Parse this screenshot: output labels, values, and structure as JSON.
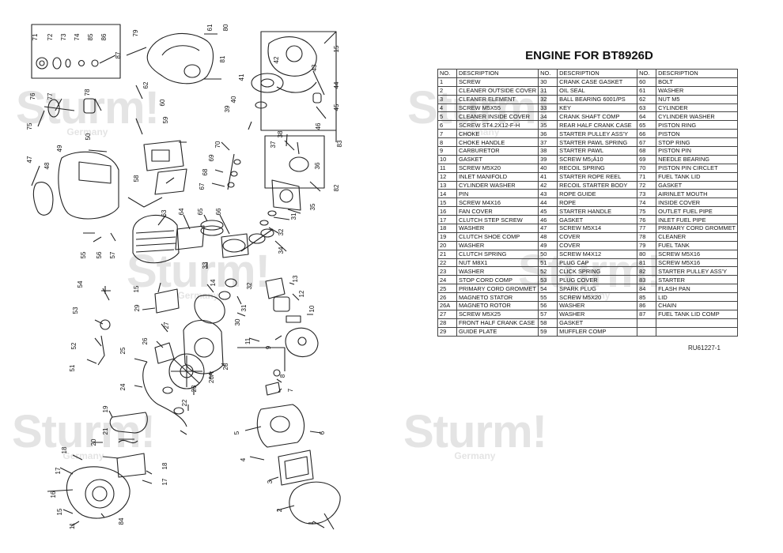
{
  "title": "ENGINE FOR BT8926D",
  "doc_code": "RU61227-1",
  "watermark": {
    "brand": "Sturm!",
    "sub": "Germany"
  },
  "table": {
    "header": [
      "NO.",
      "DESCRIPTION",
      "NO.",
      "DESCRIPTION",
      "NO.",
      "DESCRIPTION"
    ],
    "rows": [
      [
        "1",
        "SCREW",
        "30",
        "CRANK CASE GASKET",
        "60",
        "BOLT"
      ],
      [
        "2",
        "CLEANER OUTSIDE COVER",
        "31",
        "OIL SEAL",
        "61",
        "WASHER"
      ],
      [
        "3",
        "CLEANER ELEMENT",
        "32",
        "BALL BEARING 6001/PS",
        "62",
        "NUT M5"
      ],
      [
        "4",
        "SCREW M5X55",
        "33",
        "KEY",
        "63",
        "CYLINDER"
      ],
      [
        "5",
        "CLEANER INSIDE COVER",
        "34",
        "CRANK SHAFT COMP",
        "64",
        "CYLINDER WASHER"
      ],
      [
        "6",
        "SCREW ST4.2X12-F-H",
        "35",
        "REAR HALF CRANK CASE",
        "65",
        "PISTON RING"
      ],
      [
        "7",
        "CHOKE",
        "36",
        "STARTER PULLEY ASS'Y",
        "66",
        "PISTON"
      ],
      [
        "8",
        "CHOKE HANDLE",
        "37",
        "STARTER PAWL SPRING",
        "67",
        "STOP RING"
      ],
      [
        "9",
        "CARBURETOR",
        "38",
        "STARTER PAWL",
        "68",
        "PISTON PIN"
      ],
      [
        "10",
        "GASKET",
        "39",
        "SCREW M5¡Á10",
        "69",
        "NEEDLE BEARING"
      ],
      [
        "11",
        "SCREW M5X20",
        "40",
        "RECOIL SPRING",
        "70",
        "PISTON PIN CIRCLET"
      ],
      [
        "12",
        "INLET MANIFOLD",
        "41",
        "STARTER ROPE REEL",
        "71",
        "FUEL TANK LID"
      ],
      [
        "13",
        "CYLINDER WASHER",
        "42",
        "RECOIL STARTER BODY",
        "72",
        "GASKET"
      ],
      [
        "14",
        "PIN",
        "43",
        "ROPE GUIDE",
        "73",
        "AIRINLET MOUTH"
      ],
      [
        "15",
        "SCREW M4X16",
        "44",
        "ROPE",
        "74",
        "INSIDE COVER"
      ],
      [
        "16",
        "FAN COVER",
        "45",
        "STARTER HANDLE",
        "75",
        "OUTLET FUEL PIPE"
      ],
      [
        "17",
        "CLUTCH STEP SCREW",
        "46",
        "GASKET",
        "76",
        "INLET FUEL PIPE"
      ],
      [
        "18",
        "WASHER",
        "47",
        "SCREW M5X14",
        "77",
        "PRIMARY CORD GROMMET"
      ],
      [
        "19",
        "CLUTCH SHOE COMP",
        "48",
        "COVER",
        "78",
        "CLEANER"
      ],
      [
        "20",
        "WASHER",
        "49",
        "COVER",
        "79",
        "FUEL TANK"
      ],
      [
        "21",
        "CLUTCH SPRING",
        "50",
        "SCREW M4X12",
        "80",
        "SCREW M5X16"
      ],
      [
        "22",
        "NUT M8X1",
        "51",
        "PLUG CAP",
        "81",
        "SCREW M5X16"
      ],
      [
        "23",
        "WASHER",
        "52",
        "CLICK SPRING",
        "82",
        "STARTER PULLEY ASS'Y"
      ],
      [
        "24",
        "STOP CORD COMP",
        "53",
        "PLUG COVER",
        "83",
        "STARTER"
      ],
      [
        "25",
        "PRIMARY CORD GROMMET",
        "54",
        "SPARK PLUG",
        "84",
        "FLASH PAN"
      ],
      [
        "26",
        "MAGNETO STATOR",
        "55",
        "SCREW M5X20",
        "85",
        "LID"
      ],
      [
        "26A",
        "MAGNETO ROTOR",
        "56",
        "WASHER",
        "86",
        "CHAIN"
      ],
      [
        "27",
        "SCREW M5X25",
        "57",
        "WASHER",
        "87",
        "FUEL TANK LID COMP"
      ],
      [
        "28",
        "FRONT HALF CRANK CASE",
        "58",
        "GASKET",
        "",
        ""
      ],
      [
        "29",
        "GUIDE PLATE",
        "59",
        "MUFFLER COMP",
        "",
        ""
      ]
    ]
  },
  "callouts": [
    "71",
    "72",
    "73",
    "74",
    "85",
    "86",
    "87",
    "79",
    "61",
    "80",
    "81",
    "15",
    "42",
    "43",
    "41",
    "44",
    "45",
    "46",
    "40",
    "39",
    "83",
    "76",
    "77",
    "78",
    "75",
    "62",
    "60",
    "59",
    "50",
    "49",
    "47",
    "48",
    "70",
    "69",
    "68",
    "67",
    "38",
    "37",
    "36",
    "82",
    "58",
    "63",
    "64",
    "65",
    "66",
    "35",
    "31",
    "32",
    "34",
    "33",
    "55",
    "56",
    "57",
    "54",
    "53",
    "52",
    "51",
    "15",
    "29",
    "14",
    "30",
    "31",
    "32",
    "13",
    "12",
    "10",
    "9",
    "11",
    "27",
    "26",
    "25",
    "28",
    "24",
    "26A",
    "23",
    "22",
    "19",
    "21",
    "20",
    "18",
    "17",
    "18",
    "17",
    "16",
    "15",
    "11",
    "84",
    "8",
    "7",
    "5",
    "6",
    "4",
    "3",
    "2",
    "1"
  ]
}
